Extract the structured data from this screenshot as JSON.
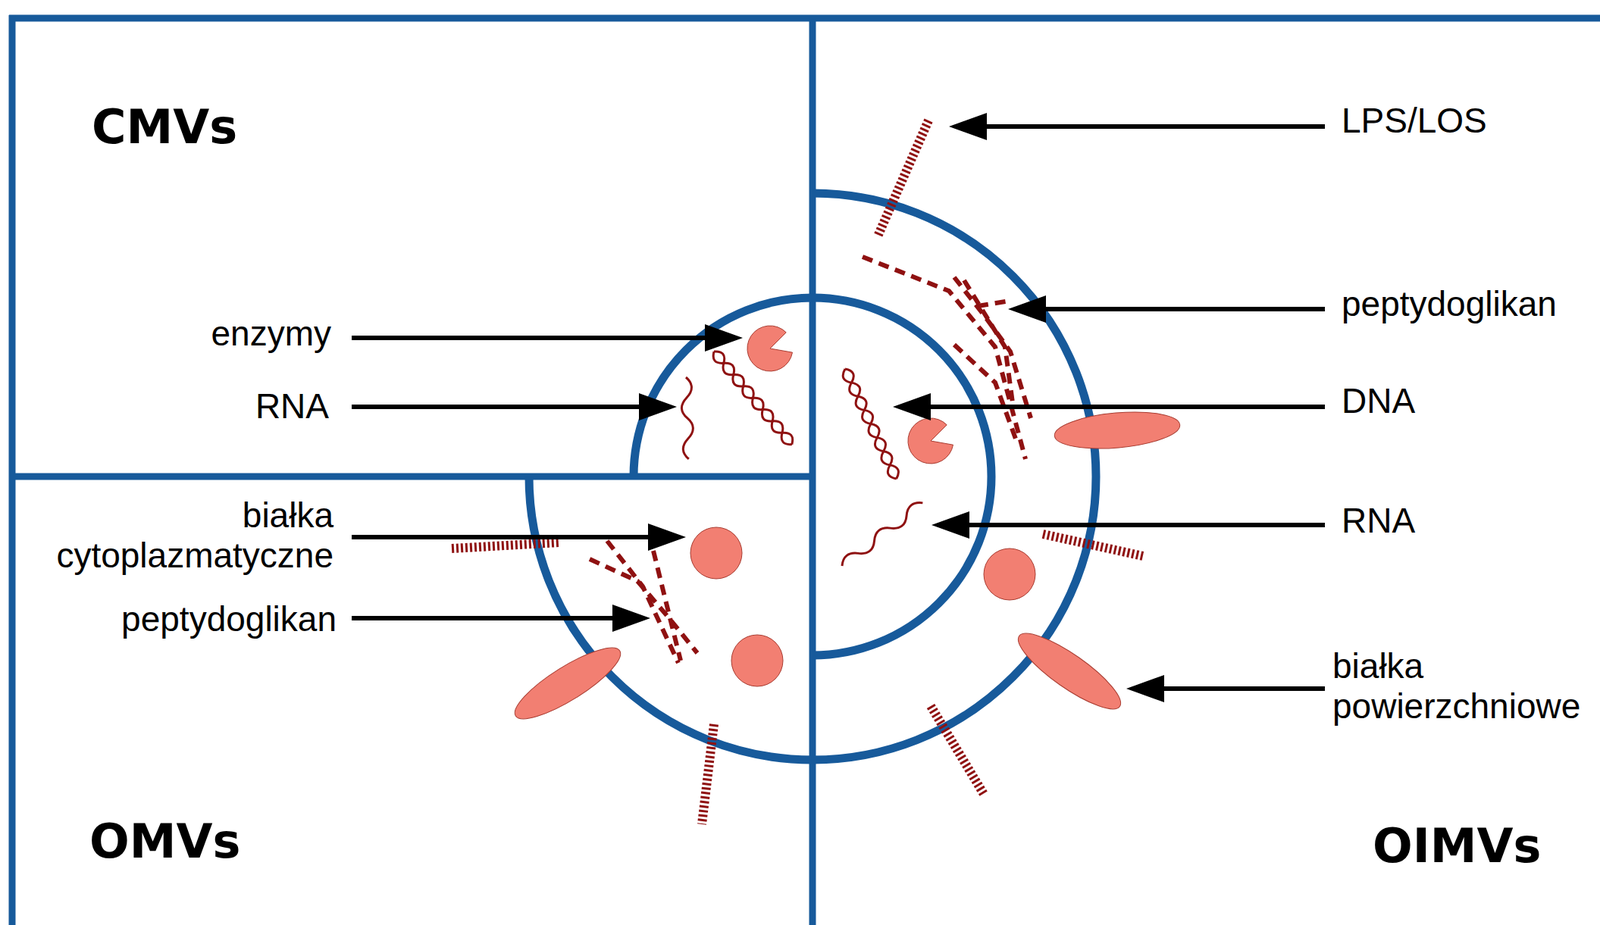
{
  "diagram": {
    "nodes": [
      {
        "text": [
          "CMVs"
        ]
      },
      {
        "text": [
          "OIMVs"
        ]
      },
      {
        "text": [
          "OMVs"
        ]
      }
    ],
    "labels": [
      "enzymy",
      "RNA",
      "białka cytoplazmatyczne",
      "peptydoglikan",
      "LPS/LOS",
      "peptydoglikan",
      "DNA",
      "RNA",
      "białka powierzchniowe"
    ]
  }
}
